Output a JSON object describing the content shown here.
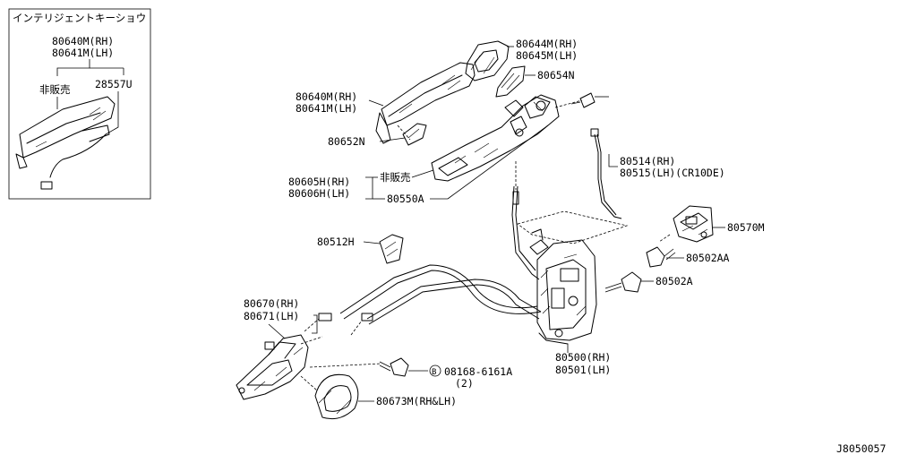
{
  "inset": {
    "title": "インテリジェントキーショウ",
    "part_rh": "80640M(RH)",
    "part_lh": "80641M(LH)",
    "not_for_sale": "非販売",
    "sensor": "28557U"
  },
  "labels": {
    "p80644": "80644M(RH)",
    "p80645": "80645M(LH)",
    "p80654": "80654N",
    "p80640": "80640M(RH)",
    "p80641": "80641M(LH)",
    "p80652": "80652N",
    "p80605": "80605H(RH)",
    "p80606": "80606H(LH)",
    "not_for_sale": "非販売",
    "p80550": "80550A",
    "p80514": "80514(RH)",
    "p80515": "80515(LH)(CR10DE)",
    "p80570": "80570M",
    "p80502aa": "80502AA",
    "p80502a": "80502A",
    "p80512": "80512H",
    "p80670": "80670(RH)",
    "p80671": "80671(LH)",
    "bolt_symbol": "B",
    "bolt": "08168-6161A",
    "bolt_qty": "(2)",
    "p80500": "80500(RH)",
    "p80501": "80501(LH)",
    "p80673": "80673M(RH&LH)"
  },
  "footer": {
    "code": "J8050057"
  }
}
